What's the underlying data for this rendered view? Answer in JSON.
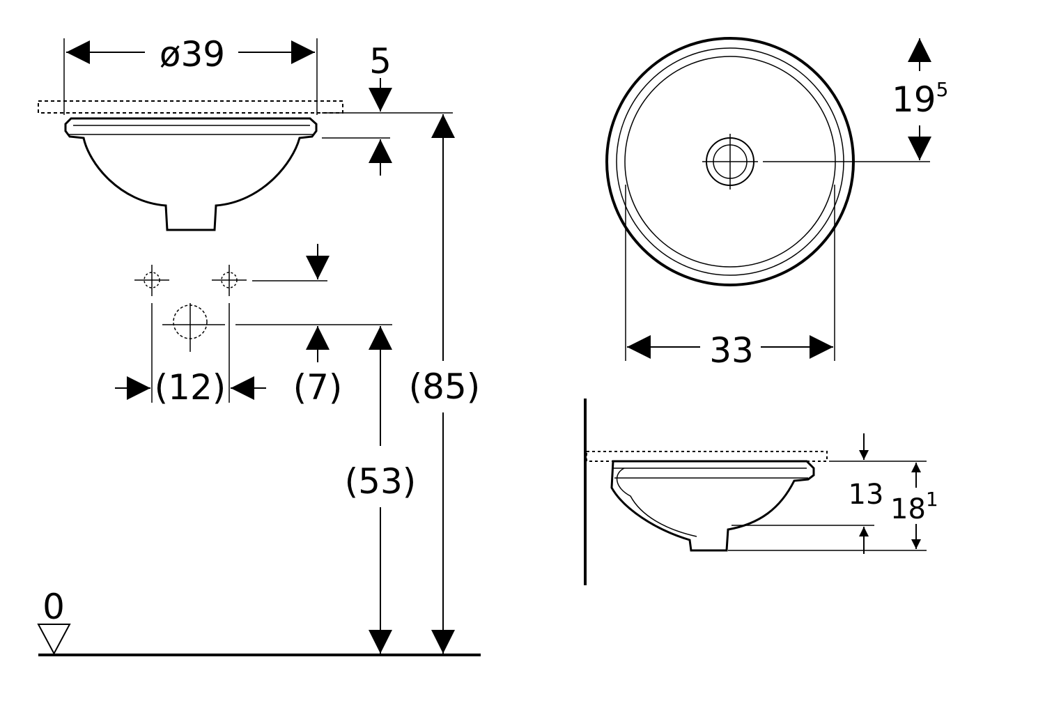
{
  "dimensions": {
    "front_width": "ø39",
    "rim_thickness": "5",
    "tap_spacing": "(12)",
    "tap_offset": "(7)",
    "drain_height": "(53)",
    "rim_height": "(85)",
    "floor_level": "0",
    "top_drain_offset": {
      "base": "19",
      "sup": "5"
    },
    "inner_width": "33",
    "bowl_depth": "13",
    "total_depth": {
      "base": "18",
      "sup": "1"
    }
  },
  "colors": {
    "line": "#000000",
    "background": "#ffffff"
  }
}
